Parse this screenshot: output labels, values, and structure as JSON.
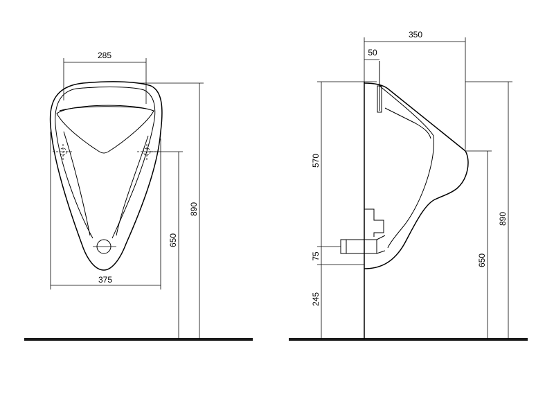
{
  "front_view": {
    "dim_top_width": "285",
    "dim_bottom_width": "375",
    "dim_inlet_height": "650",
    "dim_total_height": "890"
  },
  "side_view": {
    "dim_depth": "350",
    "dim_wall_offset": "50",
    "dim_upper_height": "570",
    "dim_outlet": "75",
    "dim_lower_height": "245",
    "dim_inlet_height": "650",
    "dim_total_height": "890"
  }
}
